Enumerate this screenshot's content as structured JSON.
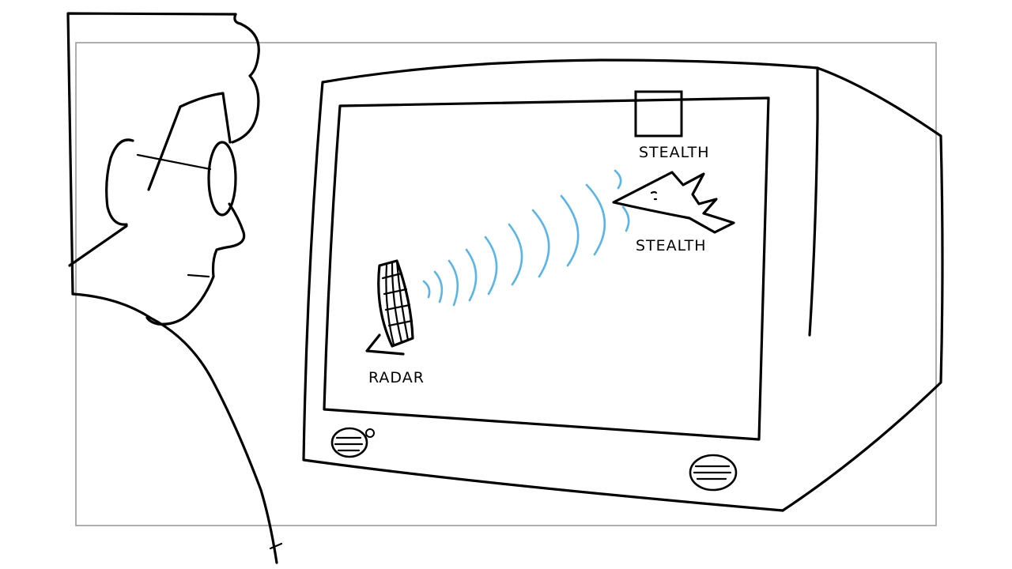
{
  "labels": {
    "radar": "RADAR",
    "stealth_box": "STEALTH",
    "stealth_plane": "STEALTH"
  },
  "colors": {
    "ink": "#000000",
    "frame": "#9a9a9a",
    "wave": "#5ab4e8",
    "background": "#ffffff"
  }
}
